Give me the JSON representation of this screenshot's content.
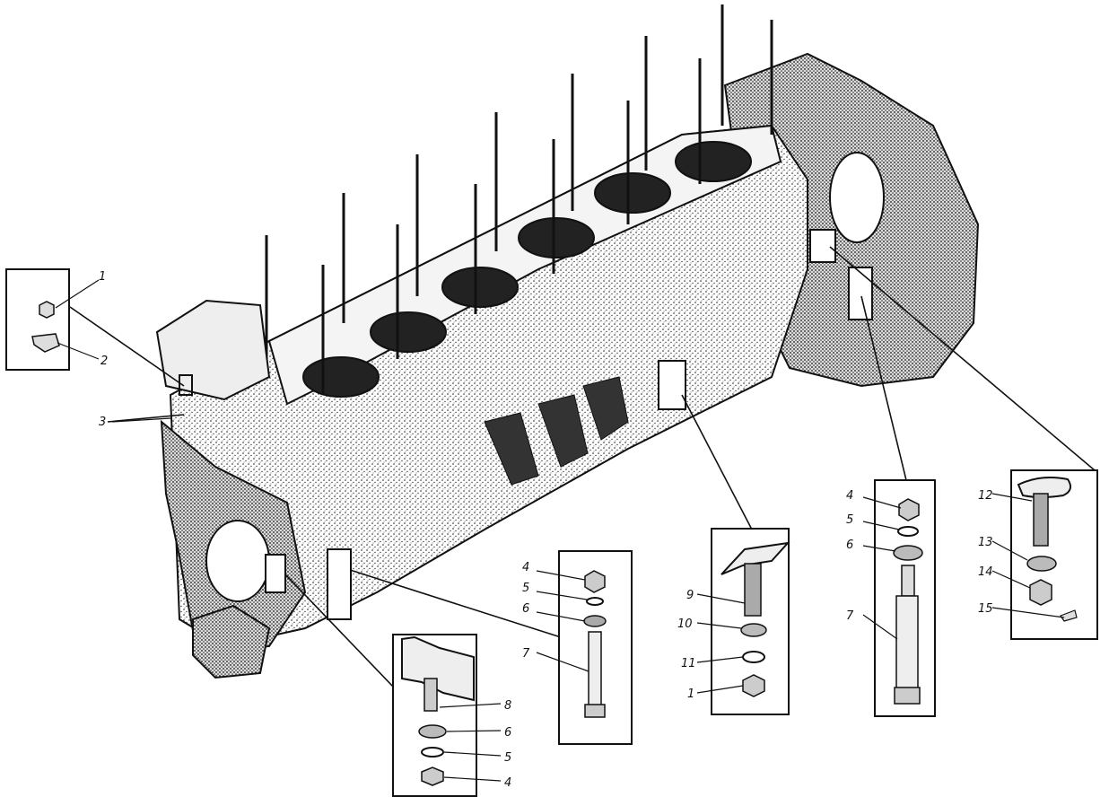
{
  "callouts": [
    {
      "id": "c1",
      "text": "1"
    },
    {
      "id": "c2",
      "text": "2"
    },
    {
      "id": "c3",
      "text": "3"
    },
    {
      "id": "b2_4",
      "text": "4"
    },
    {
      "id": "b2_5",
      "text": "5"
    },
    {
      "id": "b2_6",
      "text": "6"
    },
    {
      "id": "b2_7",
      "text": "7"
    },
    {
      "id": "b3_8",
      "text": "8"
    },
    {
      "id": "b3_6",
      "text": "6"
    },
    {
      "id": "b3_5",
      "text": "5"
    },
    {
      "id": "b3_4",
      "text": "4"
    },
    {
      "id": "b4_9",
      "text": "9"
    },
    {
      "id": "b4_10",
      "text": "10"
    },
    {
      "id": "b4_11",
      "text": "11"
    },
    {
      "id": "b4_1",
      "text": "1"
    },
    {
      "id": "b5_4",
      "text": "4"
    },
    {
      "id": "b5_5",
      "text": "5"
    },
    {
      "id": "b5_6",
      "text": "6"
    },
    {
      "id": "b5_7",
      "text": "7"
    },
    {
      "id": "b6_12",
      "text": "12"
    },
    {
      "id": "b6_13",
      "text": "13"
    },
    {
      "id": "b6_14",
      "text": "14"
    },
    {
      "id": "b6_15",
      "text": "15"
    }
  ],
  "colors": {
    "ink": "#111111",
    "paper": "#ffffff",
    "stipple": "#444444"
  }
}
